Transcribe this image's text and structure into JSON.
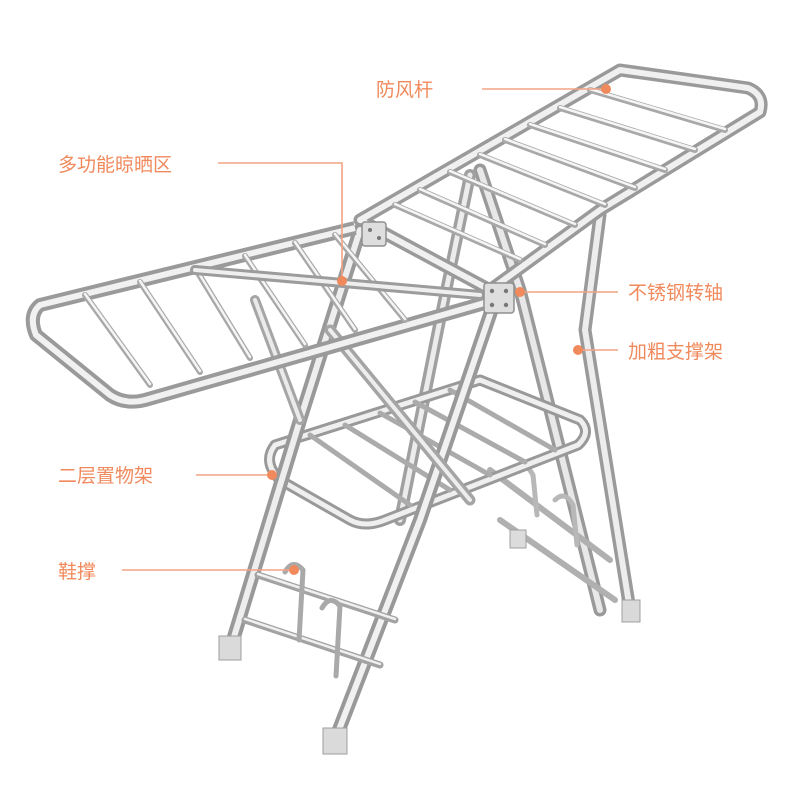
{
  "labels": {
    "windproof_bar": "防风杆",
    "multi_drying_area": "多功能晾晒区",
    "steel_pivot": "不锈钢转轴",
    "thick_support": "加粗支撑架",
    "second_shelf": "二层置物架",
    "shoe_rack": "鞋撑"
  },
  "colors": {
    "accent": "#f08a5d",
    "leader": "#f2a383",
    "metal_light": "#f4f4f4",
    "metal_mid": "#c9c9c9",
    "metal_dark": "#8e8e8e"
  }
}
